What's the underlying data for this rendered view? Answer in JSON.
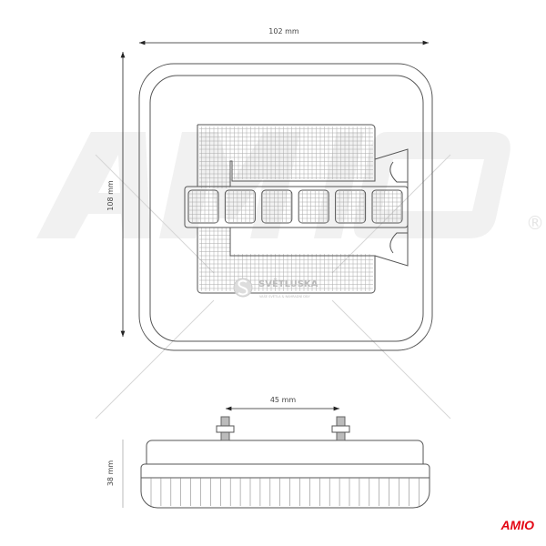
{
  "dimensions": {
    "width": "102 mm",
    "height": "108 mm",
    "bolt_spacing": "45 mm",
    "depth": "38 mm"
  },
  "watermark": {
    "text": "AMIO",
    "registered": "®"
  },
  "seller_logo": {
    "name": "SVĚTLUSKA",
    "tagline": "VAŠE SVĚTLA & NÁHRADNÍ DÍLY"
  },
  "brand_logo": {
    "text": "AMIO",
    "color": "#e30613"
  },
  "colors": {
    "line": "#555555",
    "grid": "#9a9a9a",
    "watermark": "#f1f1f1"
  },
  "led_cells": 6
}
